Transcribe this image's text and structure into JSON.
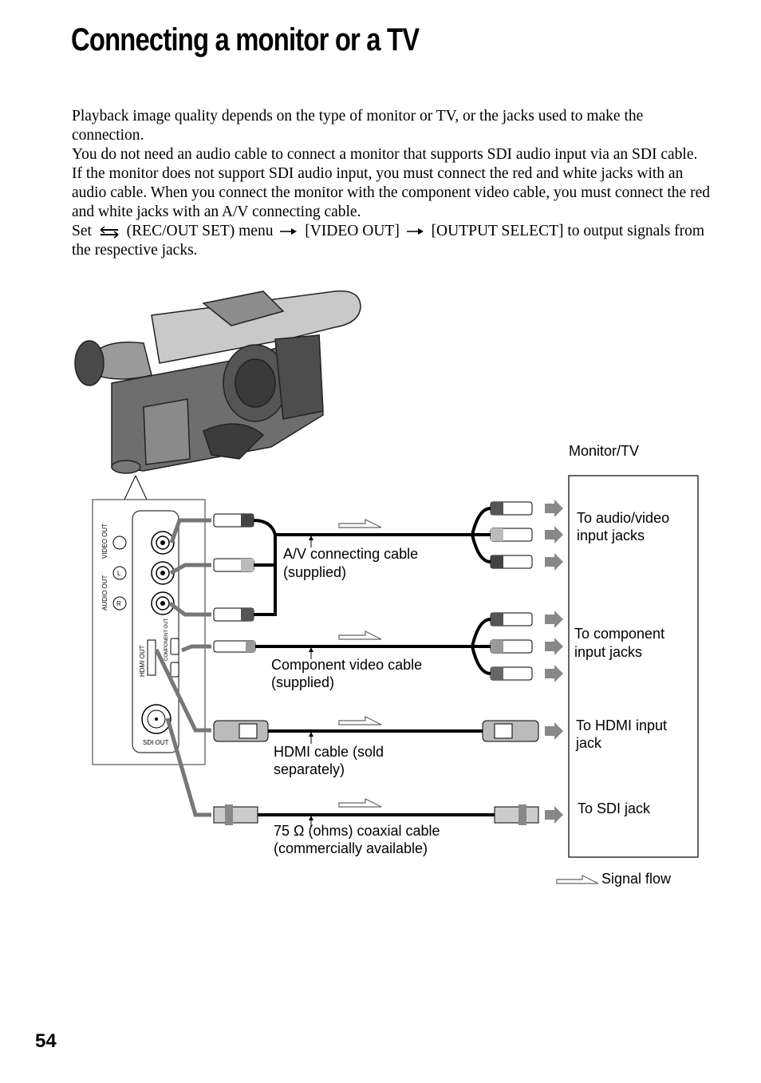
{
  "title": "Connecting a monitor or a TV",
  "intro": {
    "p1": "Playback image quality depends on the type of monitor or TV, or the jacks used to make the connection.",
    "p2": "You do not need an audio cable to connect a monitor that supports SDI audio input via an SDI cable. If the monitor does not support SDI audio input, you must connect the red and white jacks with an audio cable. When you connect the monitor with the component video cable, you must connect the red and white jacks with an A/V connecting cable.",
    "p3_set": "Set",
    "p3_menu": "(REC/OUT SET) menu",
    "p3_video_out": "[VIDEO OUT]",
    "p3_output_select": "[OUTPUT SELECT]",
    "p3_rest": "to output signals from the respective jacks."
  },
  "icons": {
    "menu": "rec-out-set-menu-icon",
    "arrow": "right-arrow-icon"
  },
  "diagram": {
    "monitor_label": "Monitor/TV",
    "panel": {
      "video_out": "VIDEO OUT",
      "audio_out": "AUDIO OUT",
      "l": "L",
      "r": "R",
      "component_out": "COMPONENT OUT",
      "hdmi_out": "HDMI OUT",
      "sdi_out": "SDI OUT"
    },
    "cables": {
      "av": [
        "A/V connecting cable",
        "(supplied)"
      ],
      "component": [
        "Component video cable",
        "(supplied)"
      ],
      "hdmi": [
        "HDMI cable (sold",
        "separately)"
      ],
      "coax": [
        "75 Ω (ohms) coaxial cable",
        "(commercially available)"
      ]
    },
    "destinations": {
      "av": [
        "To audio/video",
        "input jacks"
      ],
      "component": [
        "To component",
        "input jacks"
      ],
      "hdmi": [
        "To HDMI input",
        "jack"
      ],
      "sdi": [
        "To SDI jack"
      ]
    },
    "legend": "Signal flow"
  },
  "page_number": "54"
}
